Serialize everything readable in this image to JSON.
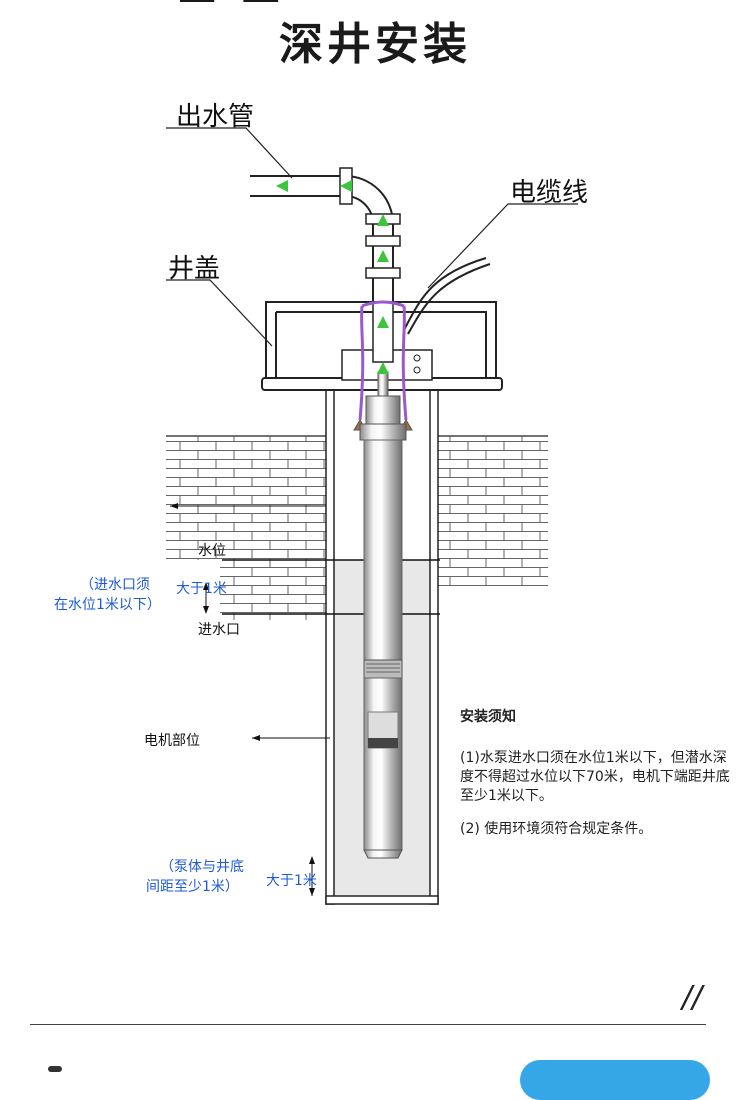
{
  "title": "深井安装",
  "callouts": {
    "outlet_pipe": "出水管",
    "cable": "电缆线",
    "well_cover": "井盖"
  },
  "levels": {
    "water_level": "水位",
    "inlet": "进水口",
    "greater_1m_top": "大于1米",
    "inlet_note_line1": "（进水口须",
    "inlet_note_line2": "在水位1米以下）",
    "motor": "电机部位",
    "bottom_note_line1": "（泵体与井底",
    "bottom_note_line2": "间距至少1米）",
    "greater_1m_bottom": "大于1米"
  },
  "notes": {
    "heading": "安装须知",
    "item1": "(1)水泵进水口须在水位1米以下，但潜水深度不得超过水位以下70米，电机下端距井底至少1米以下。",
    "item2": "(2) 使用环境须符合规定条件。"
  },
  "decor": {
    "slashes": "//"
  },
  "colors": {
    "arrow_green": "#3cc43c",
    "note_blue": "#1f5bd6",
    "rope_purple": "#9b59d0",
    "water_fill": "#e8e8e8"
  }
}
